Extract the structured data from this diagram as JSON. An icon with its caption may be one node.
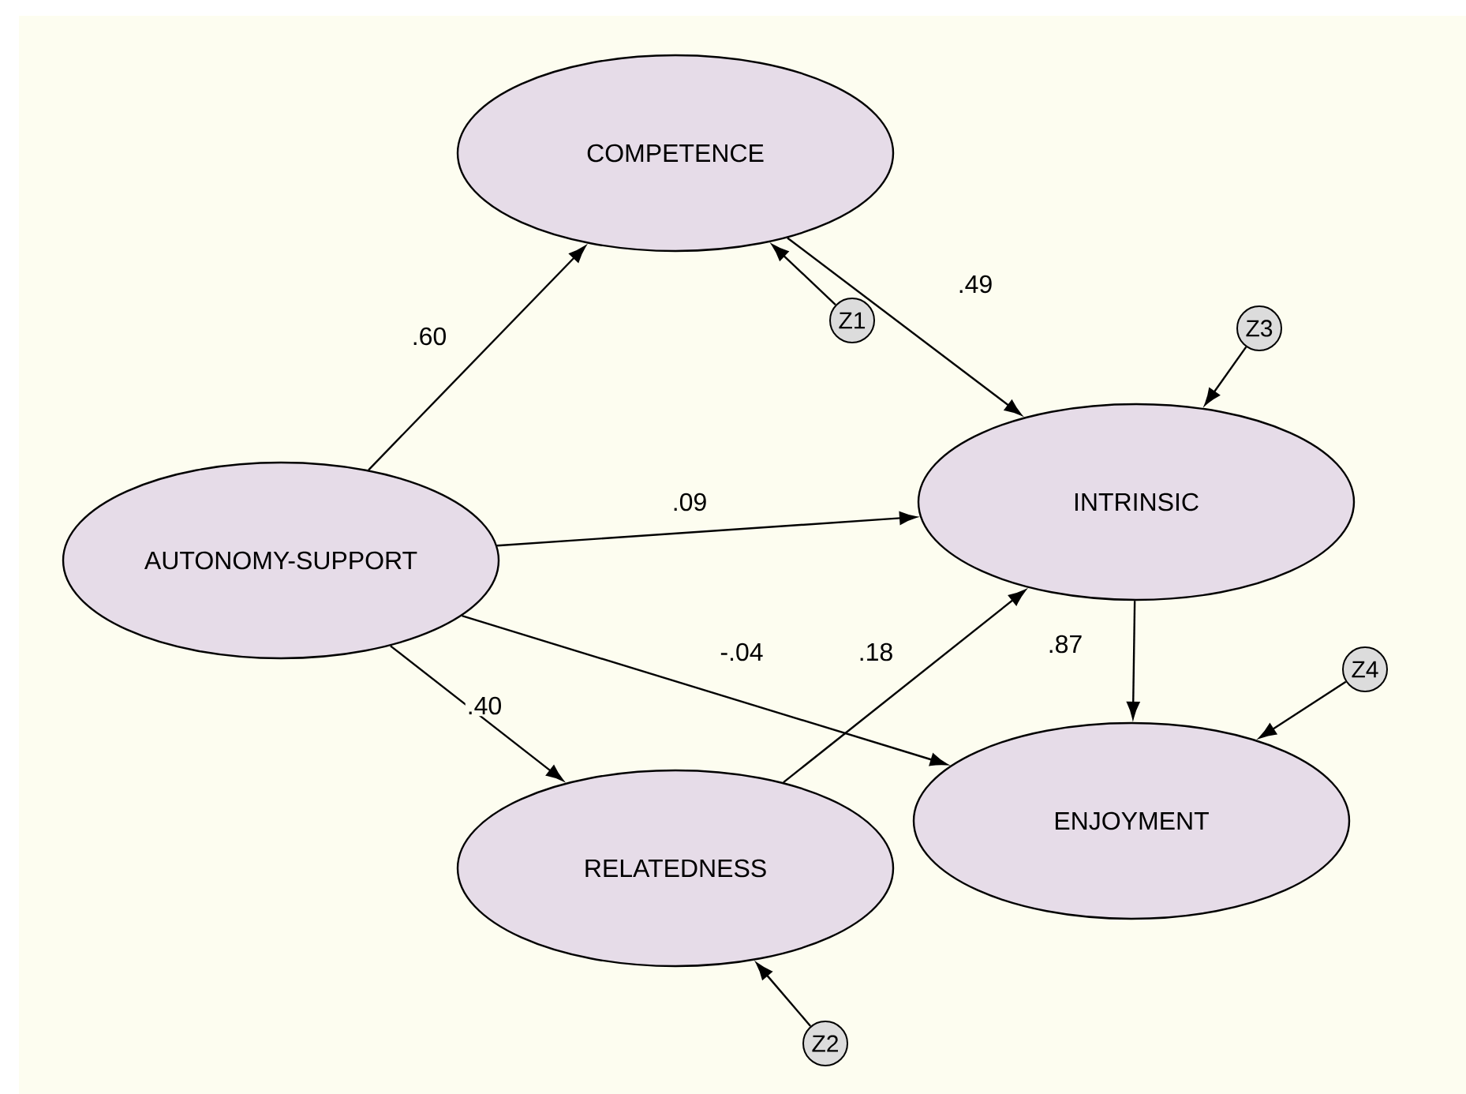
{
  "diagram": {
    "nodes": [
      {
        "text": [
          "COMPETENCE"
        ]
      },
      {
        "text": [
          "AUTONOMY-SUPPORT"
        ]
      },
      {
        "text": [
          "INTRINSIC"
        ]
      },
      {
        "text": [
          "RELATEDNESS"
        ]
      },
      {
        "text": [
          "ENJOYMENT"
        ]
      },
      {
        "text": [
          "Z1"
        ]
      },
      {
        "text": [
          "Z3"
        ]
      },
      {
        "text": [
          "Z4"
        ]
      },
      {
        "text": [
          "Z2"
        ]
      }
    ],
    "edges": [
      {
        "from": 1,
        "to": 0,
        "arrow": "to",
        "label": ".60"
      },
      {
        "from": 0,
        "to": 2,
        "arrow": "to",
        "label": ".49"
      },
      {
        "from": 1,
        "to": 2,
        "arrow": "to",
        "label": ".09"
      },
      {
        "from": 1,
        "to": 4,
        "arrow": "to",
        "label": "-.04"
      },
      {
        "from": 3,
        "to": 2,
        "arrow": "to",
        "label": ".18"
      },
      {
        "from": 1,
        "to": 3,
        "arrow": "to",
        "label": ".40"
      },
      {
        "from": 2,
        "to": 4,
        "arrow": "to",
        "label": ".87"
      },
      {
        "from": 5,
        "to": 0,
        "arrow": "to"
      },
      {
        "from": 6,
        "to": 2,
        "arrow": "to"
      },
      {
        "from": 7,
        "to": 4,
        "arrow": "to"
      },
      {
        "from": 8,
        "to": 3,
        "arrow": "to"
      }
    ]
  }
}
